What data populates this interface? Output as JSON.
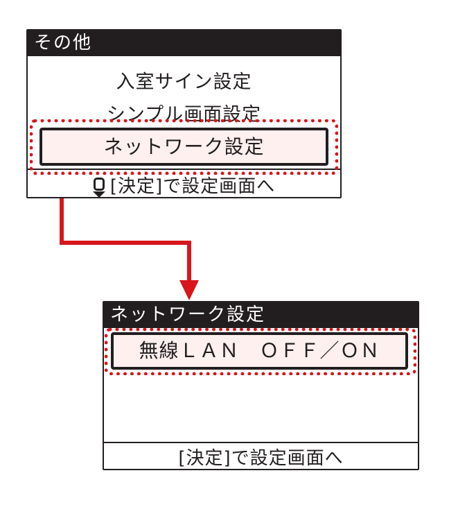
{
  "diagram": {
    "description": "Device LCD menu navigation: selecting Network Settings opens the Network Settings screen"
  },
  "colors": {
    "accent_red": "#d8161c",
    "ink": "#221e1f",
    "selected_bg": "#fdf0ee"
  },
  "screen1": {
    "title": "その他",
    "items": [
      {
        "label": "入室サイン設定"
      },
      {
        "label": "シンプル画面設定"
      }
    ],
    "selected_item": {
      "label": "ネットワーク設定"
    },
    "footer": {
      "icon": "scroll-down-cursor-icon",
      "label": "[決定]で設定画面へ"
    }
  },
  "screen2": {
    "title": "ネットワーク設定",
    "selected_item": {
      "label": "無線ＬＡＮ　ＯＦＦ／ＯＮ"
    },
    "footer": {
      "label": "[決定]で設定画面へ"
    }
  }
}
